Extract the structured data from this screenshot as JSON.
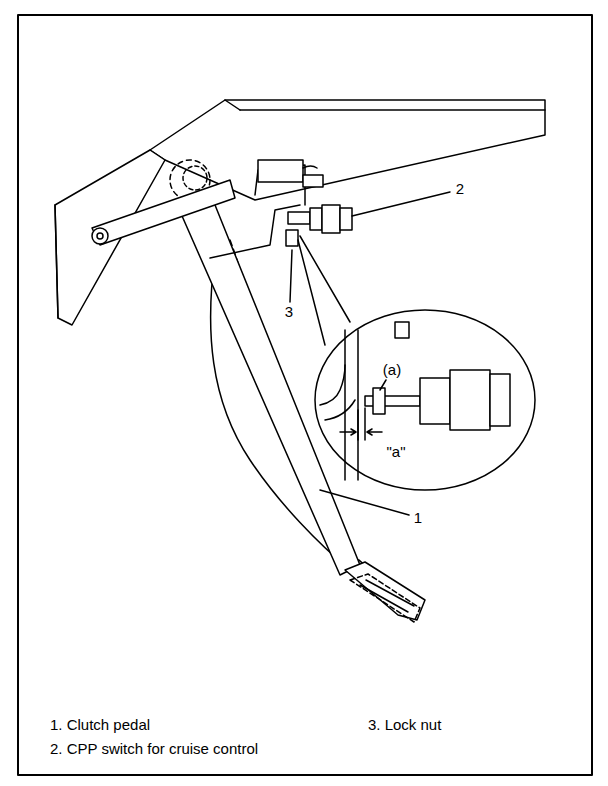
{
  "diagram": {
    "labels": [
      "2",
      "3",
      "(a)",
      "\"a\"",
      "1",
      "1. Clutch pedal",
      "3. Lock nut",
      "2. CPP switch for cruise control"
    ]
  }
}
